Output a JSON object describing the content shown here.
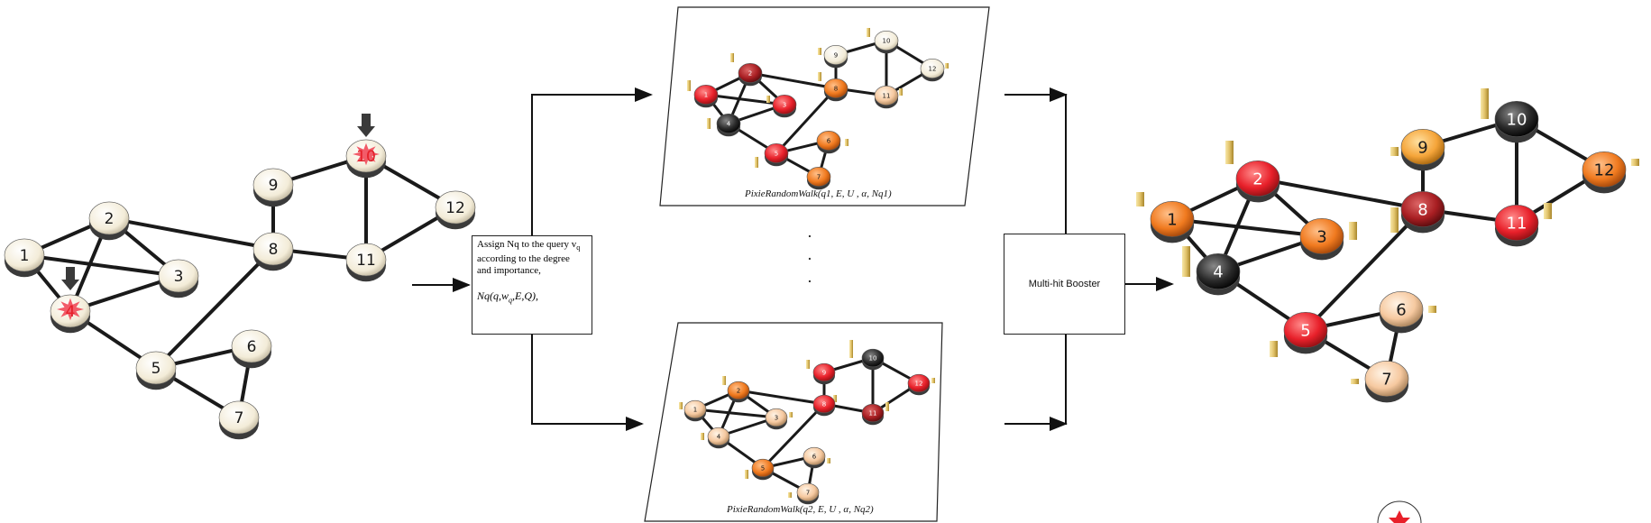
{
  "assign_box": {
    "line1": "Assign Nq to the query v",
    "line1_sub": "q",
    "line2": "according to  the degree",
    "line3": "and importance,",
    "formula": "Nq(q,w",
    "formula_sub": "q",
    "formula_rest": ",E,Q),"
  },
  "booster_label": "Multi-hit Booster",
  "caption_top": "PixieRandomWalk(q1, E, U , α, Nq1)",
  "caption_bottom": "PixieRandomWalk(q2, E, U , α, Nq2)",
  "ellipsis": ".",
  "node_labels": [
    "1",
    "2",
    "3",
    "4",
    "5",
    "6",
    "7",
    "8",
    "9",
    "10",
    "11",
    "12"
  ],
  "colors": {
    "cream": "#f3ecd8",
    "red": "#e8202a",
    "dark_red": "#a81e22",
    "orange": "#f07a1f",
    "light_orange": "#f5a53a",
    "peach": "#f6c9a0",
    "black": "#2a2a2a",
    "gold": "#e2c36a"
  }
}
